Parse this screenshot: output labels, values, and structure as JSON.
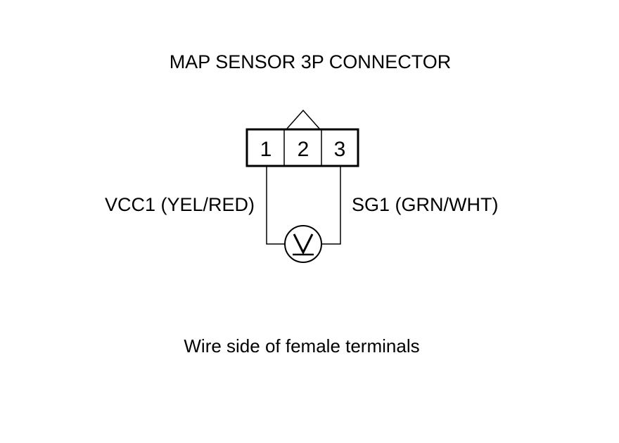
{
  "diagram": {
    "title": "MAP SENSOR 3P CONNECTOR",
    "connector": {
      "pins": [
        "1",
        "2",
        "3"
      ]
    },
    "wires": {
      "left_label": "VCC1 (YEL/RED)",
      "right_label": "SG1 (GRN/WHT)"
    },
    "meter_icon": "voltmeter-icon",
    "caption": "Wire side of female terminals"
  }
}
